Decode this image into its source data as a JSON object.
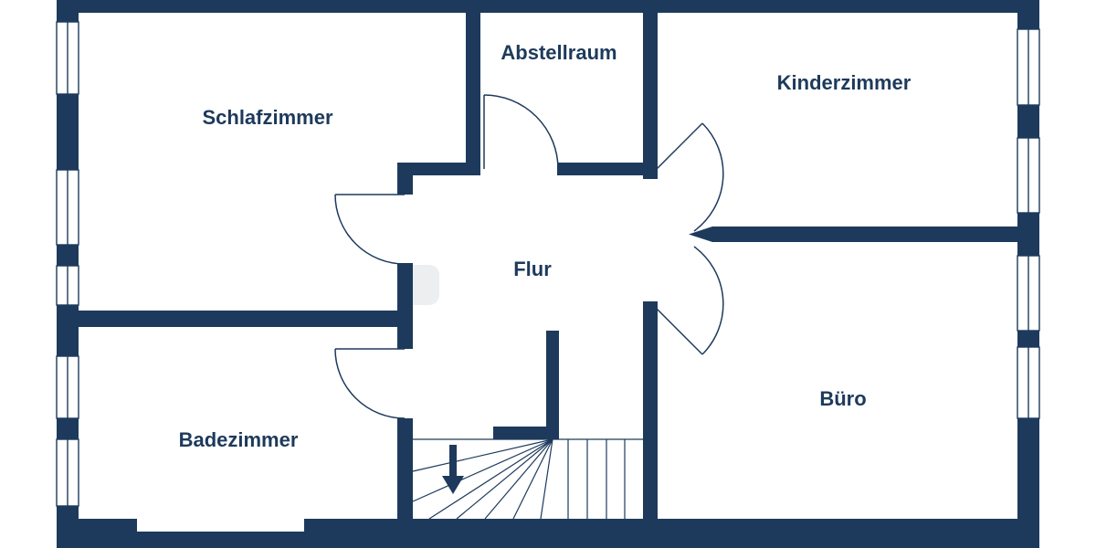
{
  "colors": {
    "wall": "#1d3a5c",
    "label": "#1d3a5c",
    "background": "#ffffff",
    "watermark": "#eceef0"
  },
  "rooms": [
    {
      "name": "schlafzimmer",
      "label": "Schlafzimmer"
    },
    {
      "name": "abstellraum",
      "label": "Abstellraum"
    },
    {
      "name": "kinderzimmer",
      "label": "Kinderzimmer"
    },
    {
      "name": "flur",
      "label": "Flur"
    },
    {
      "name": "badezimmer",
      "label": "Badezimmer"
    },
    {
      "name": "buero",
      "label": "Büro"
    }
  ],
  "stairs": {
    "direction_icon": "down-arrow"
  }
}
